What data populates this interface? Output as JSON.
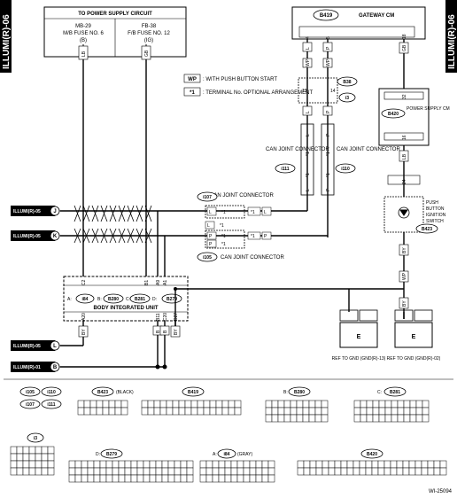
{
  "side_labels": {
    "left": "ILLUMI(R)-06",
    "right": "ILLUMI(R)-06"
  },
  "power_supply": {
    "title": "TO POWER SUPPLY CIRCUIT",
    "fuse_left": {
      "line1": "MB-29",
      "line2": "M/B FUSE NO. 6",
      "line3": "(B)"
    },
    "fuse_right": {
      "line1": "FB-38",
      "line2": "F/B FUSE NO. 12",
      "line3": "(IG)"
    },
    "wire_left": "LB",
    "wire_right": "GB"
  },
  "gateway": {
    "connector": "B419",
    "title": "GATEWAY CM",
    "pins": [
      "4",
      "5",
      "18"
    ],
    "wires": [
      "L",
      "P",
      "GB"
    ]
  },
  "legend": {
    "wp_tag": "WP",
    "wp_text": ": WITH PUSH BUTTON START",
    "star_tag": "*1",
    "star_text": ": TERMINAL No. OPTIONAL ARRANGEMENT"
  },
  "b38_tag": "B38",
  "i3_tag": "i3",
  "mid_pins": {
    "left": "13",
    "right": "14"
  },
  "power_supply_cm": {
    "connector": "B420",
    "title": "POWER SUPPLY CM",
    "pins": [
      "32",
      "16",
      "24"
    ],
    "wires": [
      "GB",
      "LB"
    ]
  },
  "can_joint_top": {
    "title": "CAN JOINT CONNECTOR",
    "tag_left": "i111",
    "tag_right": "i110"
  },
  "can_joint_i107": {
    "title": "CAN JOINT CONNECTOR",
    "tag": "i107"
  },
  "can_joint_i105": {
    "title": "CAN JOINT CONNECTOR",
    "tag": "i105"
  },
  "star1": "*1",
  "connectors": {
    "L": "L",
    "P": "P",
    "GB": "GB",
    "LB": "LB",
    "BY": "BY",
    "B": "B",
    "E": "E"
  },
  "pbis": {
    "line1": "PUSH",
    "line2": "BUTTON",
    "line3": "IGNITION",
    "line4": "SWITCH",
    "tag": "B423"
  },
  "continuations": {
    "j": {
      "text": "ILLUMI(R)-05",
      "letter": "J"
    },
    "k": {
      "text": "ILLUMI(R)-05",
      "letter": "K"
    },
    "l": {
      "text": "ILLUMI(R)-05",
      "letter": "L"
    },
    "b": {
      "text": "ILLUMI(R)-01",
      "letter": "B"
    }
  },
  "biu": {
    "title": "BODY INTEGRATED UNIT",
    "tags": [
      {
        "prefix": "A:",
        "tag": "i84"
      },
      {
        "prefix": "B:",
        "tag": "B280"
      },
      {
        "prefix": "C:",
        "tag": "B281"
      },
      {
        "prefix": "D:",
        "tag": "B279"
      }
    ],
    "pins_top": [
      "C2",
      "B1",
      "A9",
      "A1"
    ],
    "pins_bottom": [
      "A20",
      "B11",
      "C20",
      "D27"
    ]
  },
  "grounds": {
    "left": "REF TO GND (GND(R)-13)",
    "right": "REF TO GND (GND(R)-02)"
  },
  "connector_views": {
    "tags_left": [
      "i105",
      "i110",
      "i107",
      "i111"
    ],
    "b423": {
      "tag": "B423",
      "note": "(BLACK)"
    },
    "b419": {
      "tag": "B419"
    },
    "b280": {
      "prefix": "B:",
      "tag": "B280"
    },
    "b281": {
      "prefix": "C:",
      "tag": "B281"
    },
    "i3": {
      "tag": "i3"
    },
    "b279": {
      "prefix": "D:",
      "tag": "B279"
    },
    "i84": {
      "prefix": "A:",
      "tag": "i84",
      "note": "(GRAY)"
    },
    "b420": {
      "tag": "B420"
    }
  },
  "footer_code": "WI-25094"
}
